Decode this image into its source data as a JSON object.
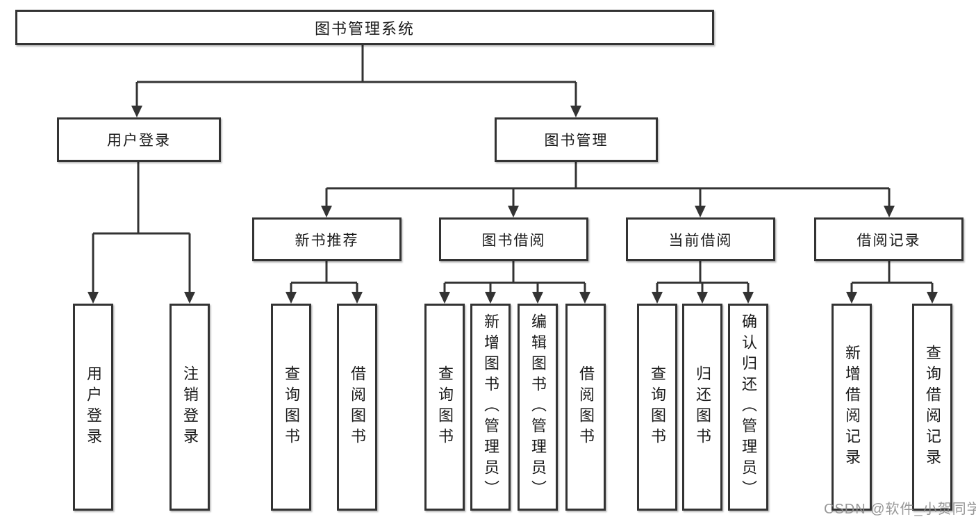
{
  "nodes": {
    "root": "图书管理系统",
    "user_login": "用户登录",
    "book_mgmt": "图书管理",
    "new_book_rec": "新书推荐",
    "book_borrow": "图书借阅",
    "current_borrow": "当前借阅",
    "borrow_records": "借阅记录",
    "leaf_user_login": "用户登录",
    "leaf_logout": "注销登录",
    "leaf_query_book_rec": "查询图书",
    "leaf_borrow_book_rec": "借阅图书",
    "leaf_query_book_borrow": "查询图书",
    "leaf_add_book": "新增图书（管理员）",
    "leaf_edit_book": "编辑图书（管理员）",
    "leaf_borrow_book_borrow": "借阅图书",
    "leaf_query_book_current": "查询图书",
    "leaf_return_book": "归还图书",
    "leaf_confirm_return": "确认归还（管理员）",
    "leaf_add_borrow_record": "新增借阅记录",
    "leaf_query_borrow_record": "查询借阅记录"
  },
  "edges": [
    [
      "图书管理系统",
      "用户登录"
    ],
    [
      "图书管理系统",
      "图书管理"
    ],
    [
      "用户登录",
      "用户登录"
    ],
    [
      "用户登录",
      "注销登录"
    ],
    [
      "图书管理",
      "新书推荐"
    ],
    [
      "图书管理",
      "图书借阅"
    ],
    [
      "图书管理",
      "当前借阅"
    ],
    [
      "图书管理",
      "借阅记录"
    ],
    [
      "新书推荐",
      "查询图书"
    ],
    [
      "新书推荐",
      "借阅图书"
    ],
    [
      "图书借阅",
      "查询图书"
    ],
    [
      "图书借阅",
      "新增图书（管理员）"
    ],
    [
      "图书借阅",
      "编辑图书（管理员）"
    ],
    [
      "图书借阅",
      "借阅图书"
    ],
    [
      "当前借阅",
      "查询图书"
    ],
    [
      "当前借阅",
      "归还图书"
    ],
    [
      "当前借阅",
      "确认归还（管理员）"
    ],
    [
      "借阅记录",
      "新增借阅记录"
    ],
    [
      "借阅记录",
      "查询借阅记录"
    ]
  ],
  "watermark": "CSDN @软件_小贺同学",
  "colors": {
    "line": "#333333",
    "box_background": "#ffffff",
    "text": "#1a1a1a",
    "watermark": "#8e8e8e"
  }
}
